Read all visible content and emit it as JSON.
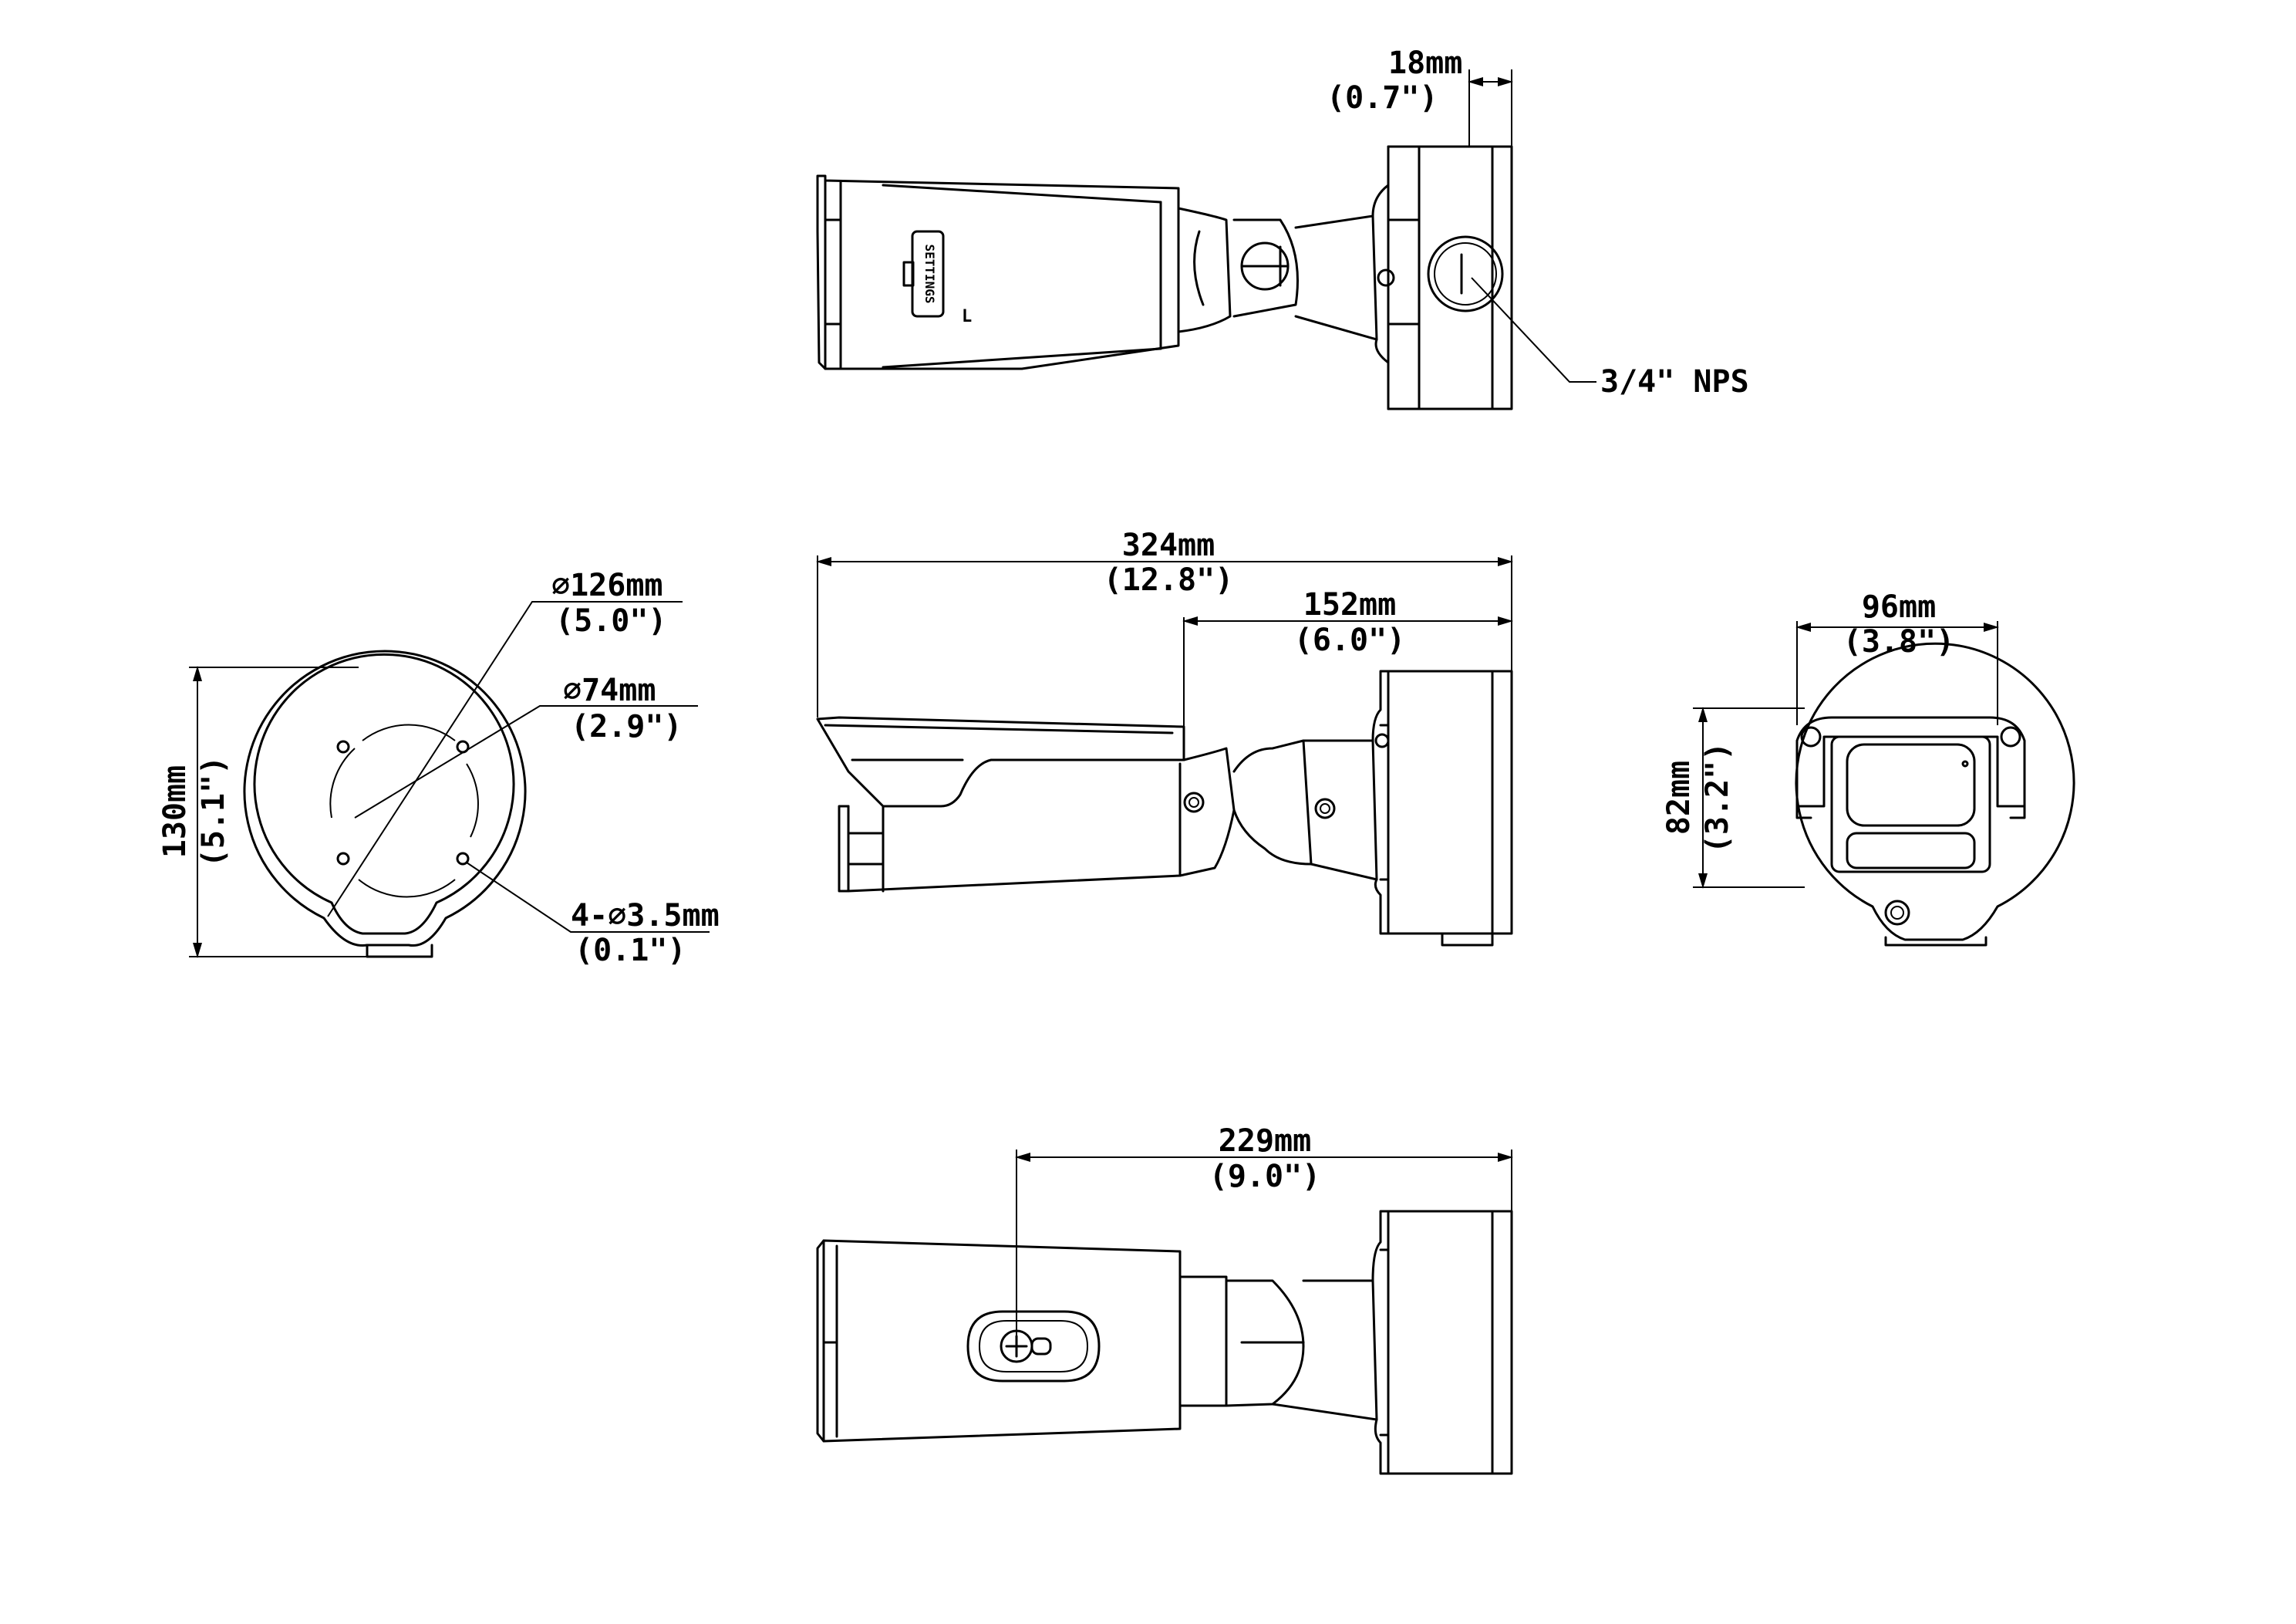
{
  "views": {
    "top": {
      "dim_width_mm": "18mm",
      "dim_width_in": "(0.7\")",
      "label_conduit": "3/4\" NPS",
      "label_settings": "SETTINGS",
      "label_l": "L"
    },
    "base": {
      "dim_outer_dia_mm": "126mm",
      "dim_outer_dia_in": "(5.0\")",
      "dim_bolt_circle_mm": "74mm",
      "dim_bolt_circle_in": "(2.9\")",
      "dim_holes_mm": "4-∅3.5mm",
      "dim_holes_in": "(0.1\")",
      "dim_height_mm": "130mm",
      "dim_height_in": "(5.1\")",
      "diameter_symbol": "∅"
    },
    "side": {
      "dim_total_mm": "324mm",
      "dim_total_in": "(12.8\")",
      "dim_mount_mm": "152mm",
      "dim_mount_in": "(6.0\")"
    },
    "front": {
      "dim_width_mm": "96mm",
      "dim_width_in": "(3.8\")",
      "dim_height_mm": "82mm",
      "dim_height_in": "(3.2\")"
    },
    "bottom": {
      "dim_length_mm": "229mm",
      "dim_length_in": "(9.0\")"
    }
  }
}
